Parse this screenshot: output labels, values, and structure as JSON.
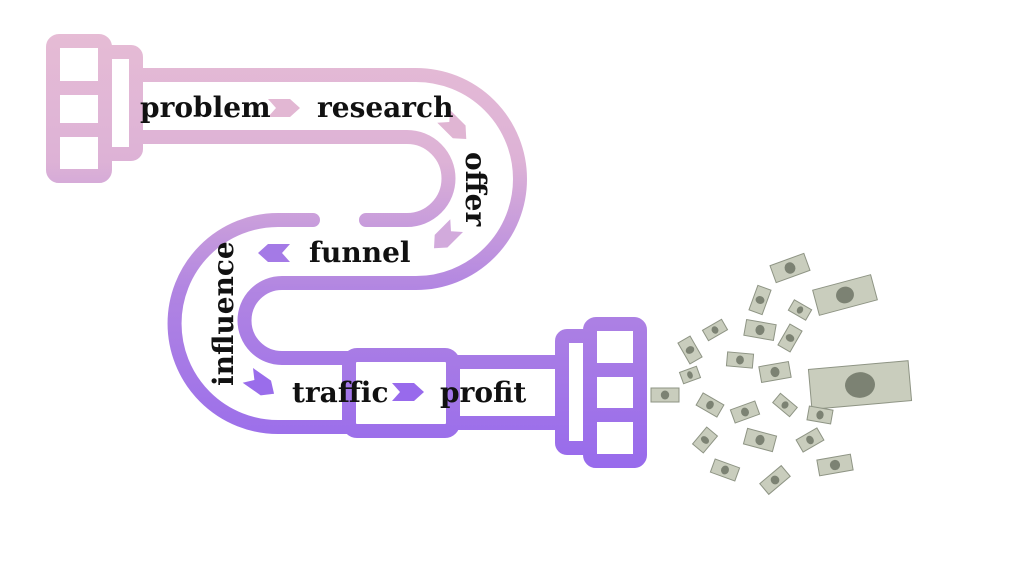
{
  "colors": {
    "pipe_top": "#e6bcd5",
    "pipe_bottom": "#9b6aec",
    "text": "#111111",
    "money": "#b9bfae"
  },
  "steps": {
    "problem": "problem",
    "research": "research",
    "offer": "offer",
    "funnel": "funnel",
    "influence": "influence",
    "traffic": "traffic",
    "profit": "profit"
  },
  "icons": [
    "pipe-icon",
    "chevron-arrow-icon",
    "money-bills-icon"
  ]
}
